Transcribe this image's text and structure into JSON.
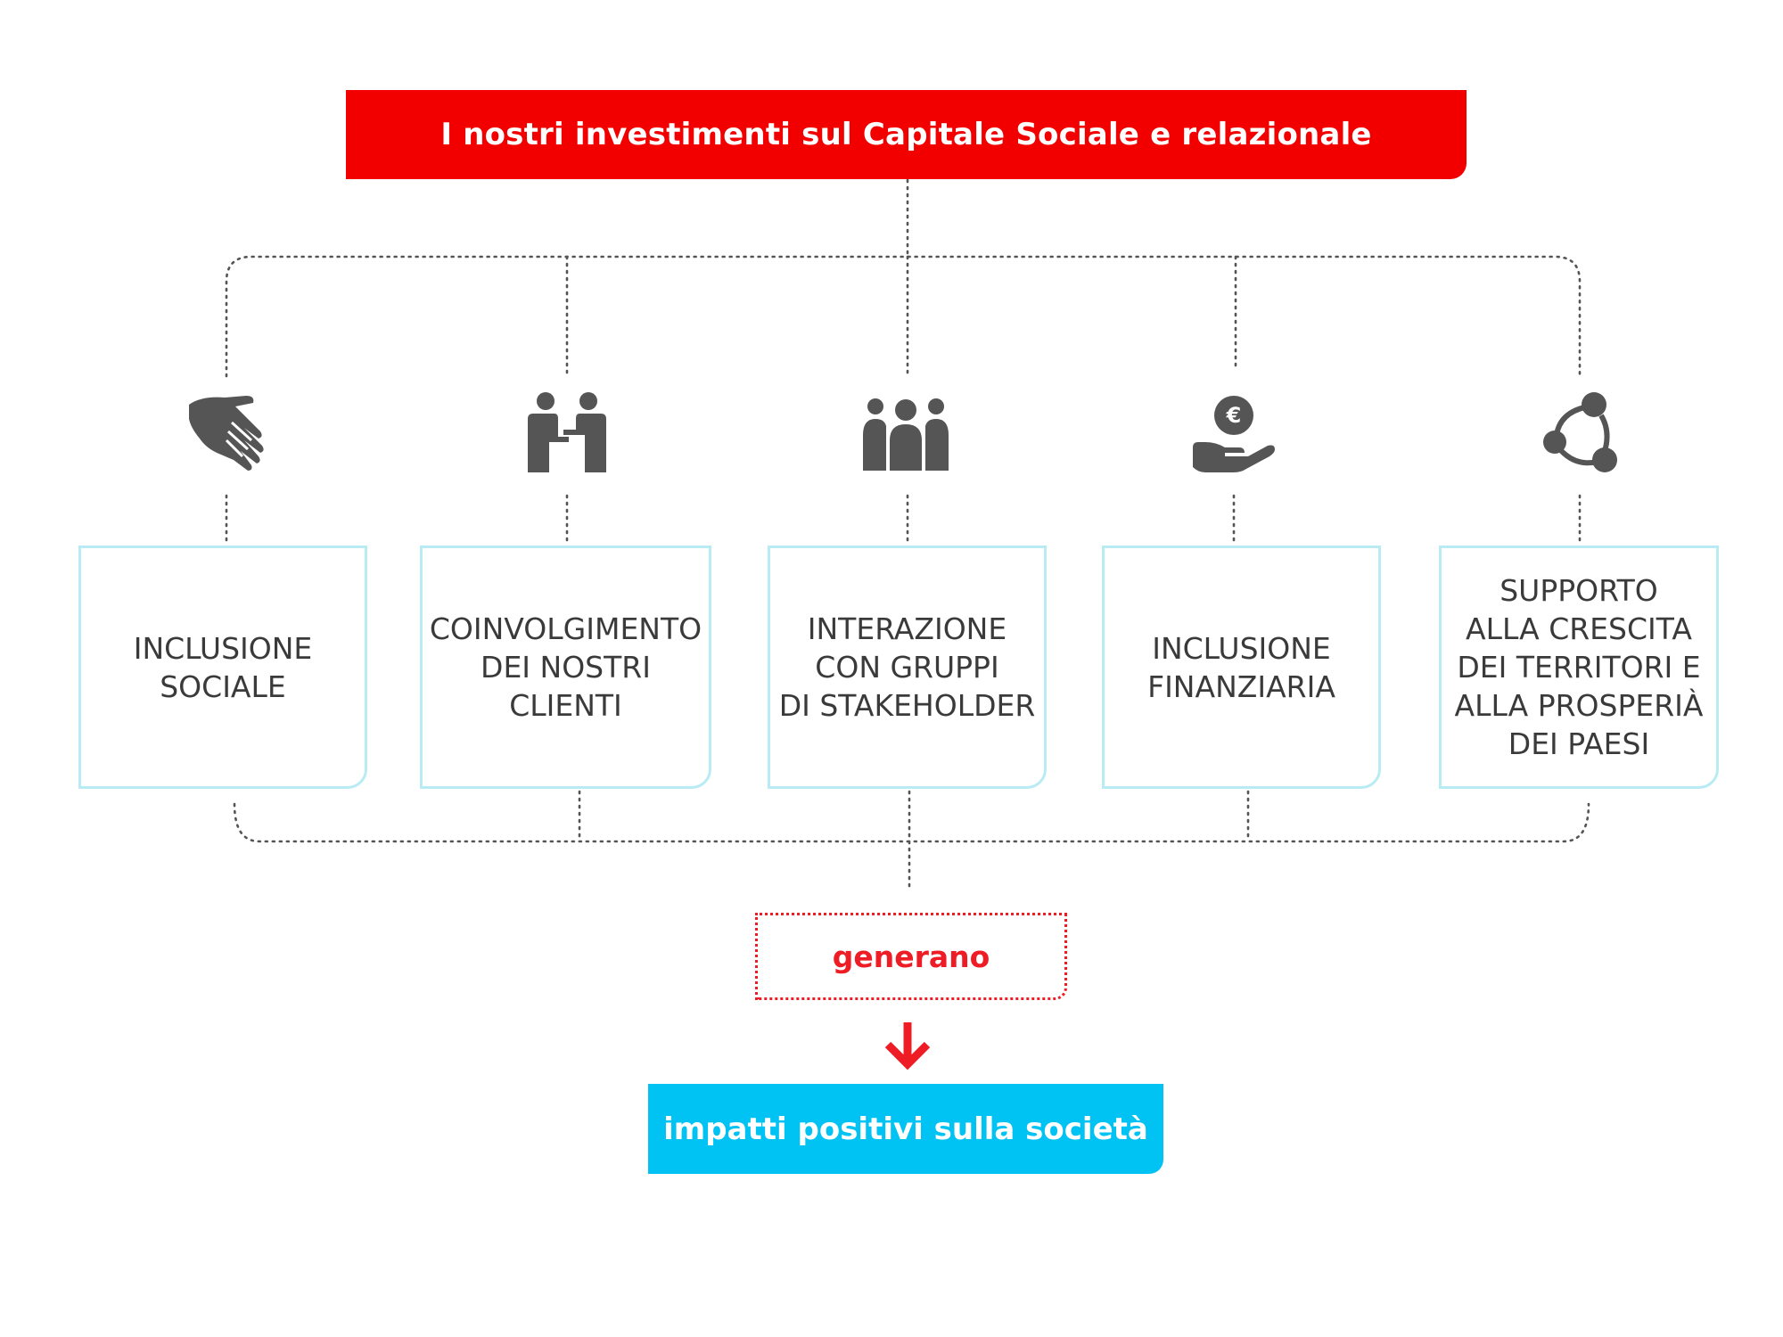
{
  "header": {
    "title": "I nostri investimenti sul Capitale Sociale e relazionale"
  },
  "colors": {
    "red": "#f20000",
    "cyan": "#00c2f3",
    "card_border": "#b8ebf4",
    "icon": "#555555",
    "connector": "#555555"
  },
  "items": [
    {
      "icon": "hand-icon",
      "label": "INCLUSIONE\nSOCIALE"
    },
    {
      "icon": "handshake-people-icon",
      "label": "COINVOLGIMENTO\nDEI NOSTRI\nCLIENTI"
    },
    {
      "icon": "group-people-icon",
      "label": "INTERAZIONE\nCON GRUPPI\nDI STAKEHOLDER"
    },
    {
      "icon": "euro-coin-hand-icon",
      "label": "INCLUSIONE\nFINANZIARIA"
    },
    {
      "icon": "network-nodes-icon",
      "label": "SUPPORTO\nALLA CRESCITA\nDEI TERRITORI E\nALLA PROSPERIÀ\nDEI PAESI"
    }
  ],
  "connector_label": "generano",
  "result": {
    "label": "impatti positivi sulla società"
  }
}
